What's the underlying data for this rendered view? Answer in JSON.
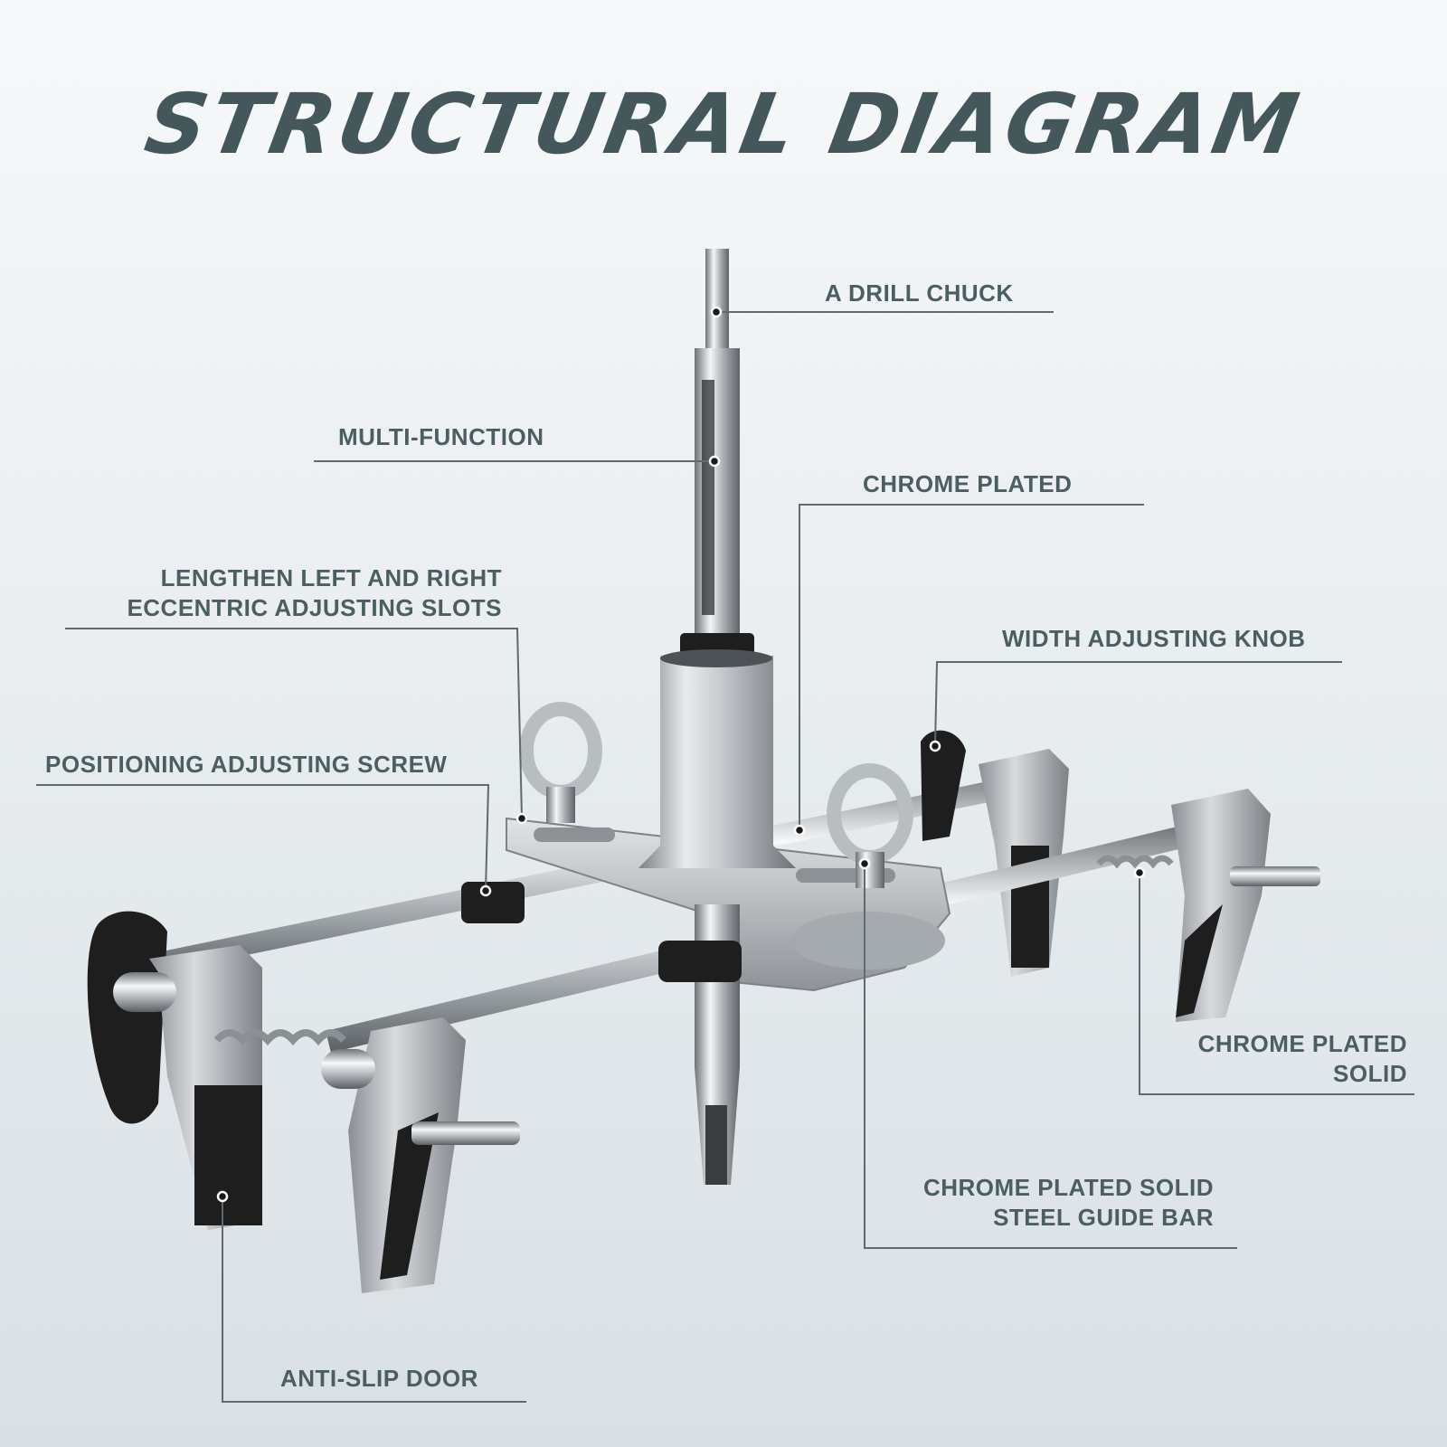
{
  "title": "STRUCTURAL DIAGRAM",
  "labels": {
    "drill_chuck": "A DRILL CHUCK",
    "multi_function": "MULTI-FUNCTION",
    "chrome_plated": "CHROME PLATED",
    "lengthen_line1": "LENGTHEN LEFT AND RIGHT",
    "lengthen_line2": "ECCENTRIC ADJUSTING SLOTS",
    "width_knob": "WIDTH ADJUSTING KNOB",
    "positioning_screw": "POSITIONING ADJUSTING SCREW",
    "chrome_solid_line1": "CHROME PLATED",
    "chrome_solid_line2": "SOLID",
    "guide_bar_line1": "CHROME PLATED SOLID",
    "guide_bar_line2": "STEEL GUIDE BAR",
    "anti_slip": "ANTI-SLIP DOOR"
  },
  "colors": {
    "title": "#44575b",
    "label": "#4b5e62",
    "leader": "#5d6a6e",
    "metal": "#b9bec2",
    "rubber": "#1e1e1e"
  }
}
